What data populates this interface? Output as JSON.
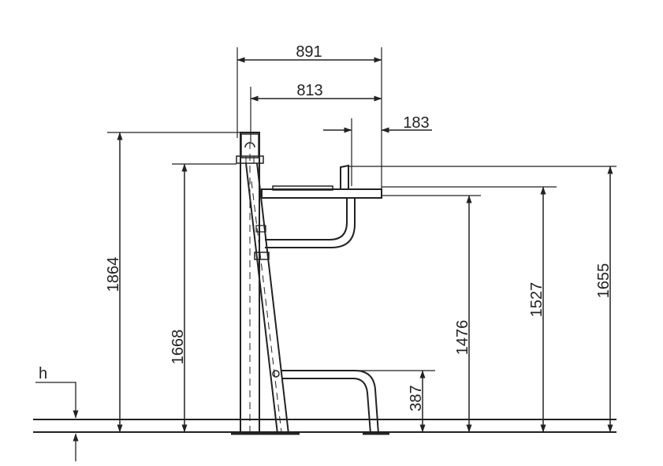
{
  "dimensions": {
    "width_891": "891",
    "width_813": "813",
    "offset_183": "183",
    "height_1864": "1864",
    "height_1668": "1668",
    "height_1476": "1476",
    "height_1527": "1527",
    "height_1655": "1655",
    "height_387": "387",
    "ground_h": "h"
  },
  "colors": {
    "line": "#222222",
    "background": "#ffffff"
  }
}
